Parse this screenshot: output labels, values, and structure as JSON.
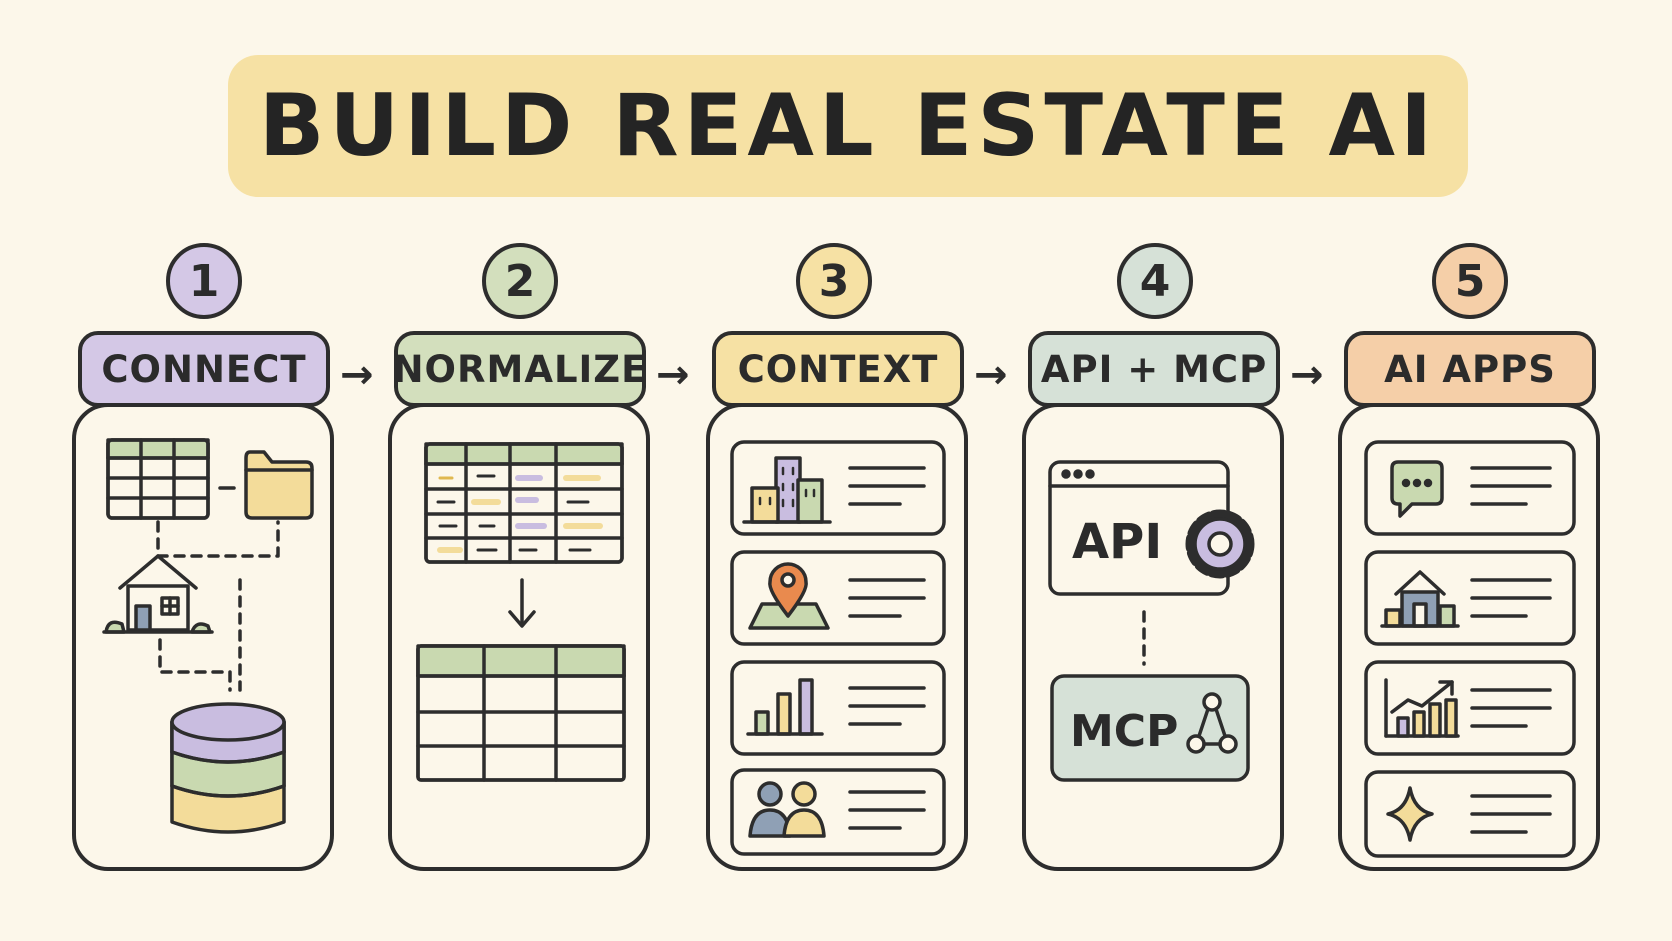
{
  "title": "BUILD REAL ESTATE AI",
  "steps": [
    {
      "number": "1",
      "label": "CONNECT",
      "color": "#d4c8e6"
    },
    {
      "number": "2",
      "label": "NORMALIZE",
      "color": "#d3dfbd"
    },
    {
      "number": "3",
      "label": "CONTEXT",
      "color": "#f6e1a4"
    },
    {
      "number": "4",
      "label": "API + MCP",
      "color": "#d6e1d7"
    },
    {
      "number": "5",
      "label": "AI APPS",
      "color": "#f5cfa8"
    }
  ],
  "api_panel": {
    "api_label": "API",
    "mcp_label": "MCP"
  },
  "icons": {
    "connect": [
      "table-icon",
      "folder-icon",
      "house-icon",
      "database-icon"
    ],
    "normalize": [
      "messy-table-icon",
      "down-arrow-icon",
      "clean-table-icon"
    ],
    "context": [
      "buildings-icon",
      "map-pin-icon",
      "bar-chart-icon",
      "people-icon"
    ],
    "api_mcp": [
      "browser-window-icon",
      "gear-icon",
      "network-icon"
    ],
    "ai_apps": [
      "chat-bubble-icon",
      "house-icon",
      "trend-chart-icon",
      "sparkle-icon"
    ]
  },
  "colors": {
    "background": "#fcf7ea",
    "purple": "#c9bde0",
    "green": "#c9d9b0",
    "yellow": "#f3dc9a",
    "orange": "#e98a4e",
    "slate": "#8fa0b5",
    "ink": "#2d2d2d"
  }
}
